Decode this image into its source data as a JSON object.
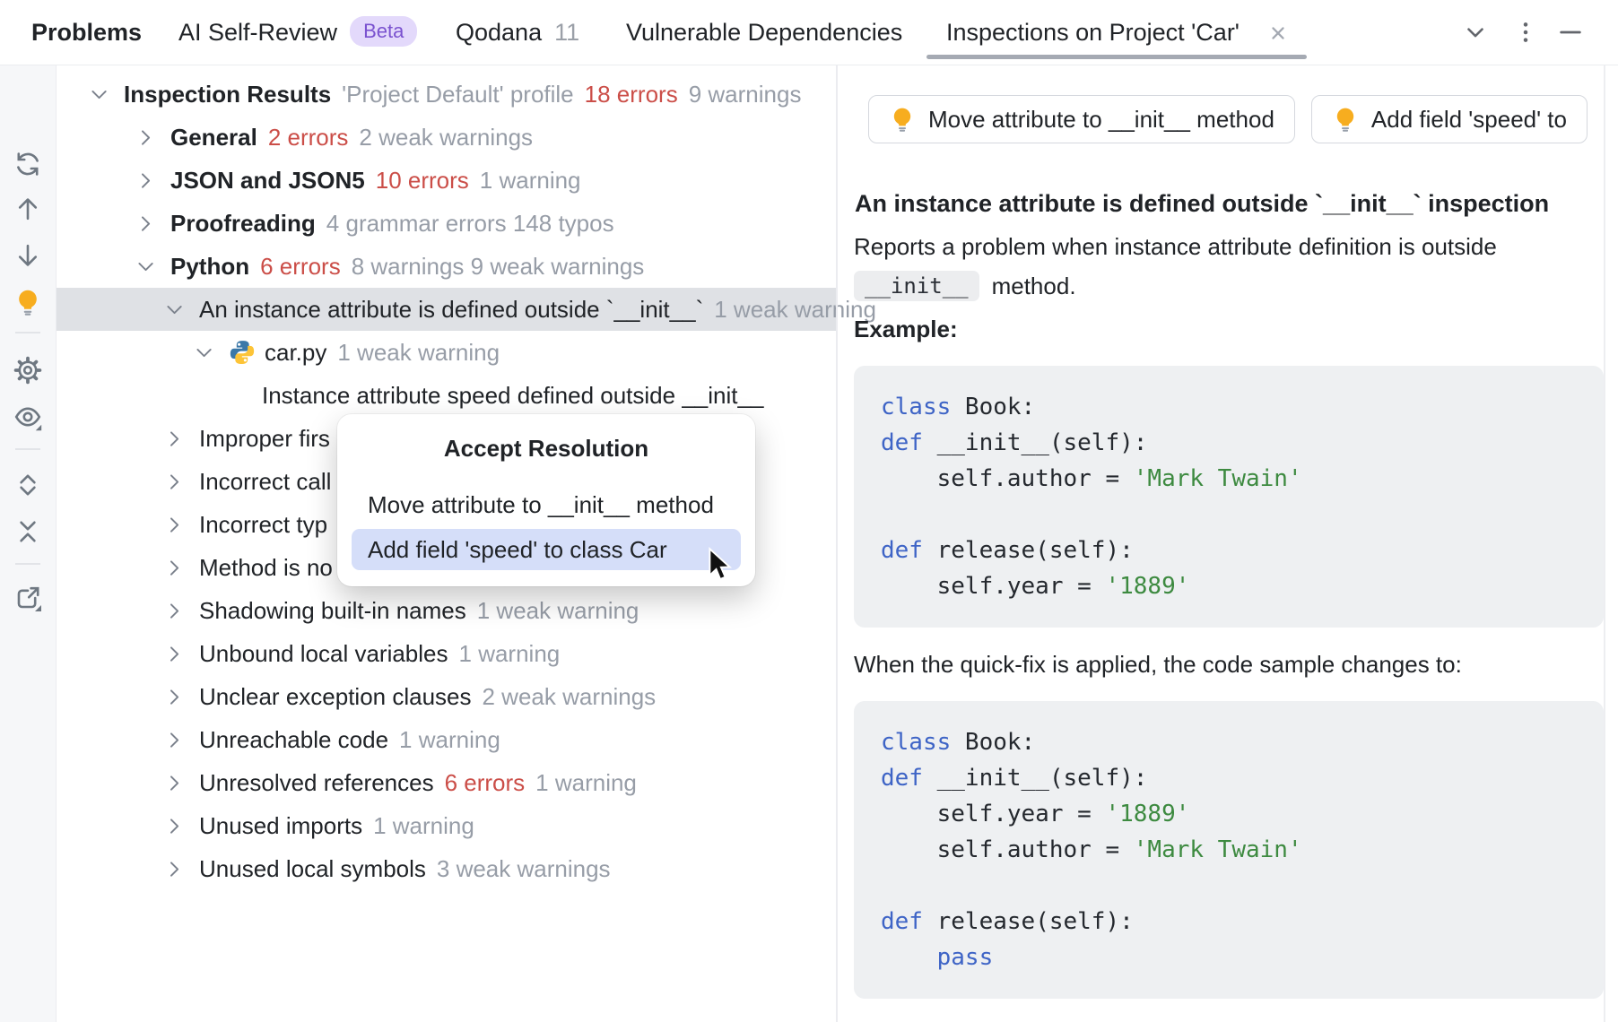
{
  "tabs": {
    "items": [
      {
        "label": "Problems"
      },
      {
        "label": "AI Self-Review",
        "badge": "Beta"
      },
      {
        "label": "Qodana",
        "count": "11"
      },
      {
        "label": "Vulnerable Dependencies"
      },
      {
        "label": "Inspections on Project 'Car'",
        "closable": true,
        "selected": true
      }
    ],
    "window_icons": [
      "chevron-down",
      "kebab-menu",
      "minimize"
    ]
  },
  "toolbar": {
    "icons": [
      "refresh",
      "arrow-up",
      "arrow-down",
      "lightbulb",
      "settings-gear",
      "preview-eye",
      "expand-all",
      "collapse-all",
      "open-in-new-window"
    ]
  },
  "tree": {
    "rows": [
      {
        "indent": 0,
        "chevron": "down",
        "segments": [
          {
            "t": "Inspection Results",
            "s": "bold"
          },
          {
            "t": "'Project Default' profile",
            "s": "gray"
          },
          {
            "t": "18 errors",
            "s": "red"
          },
          {
            "t": "9 warnings",
            "s": "gray"
          }
        ]
      },
      {
        "indent": 1,
        "chevron": "right",
        "segments": [
          {
            "t": "General",
            "s": "bold"
          },
          {
            "t": "2 errors",
            "s": "red"
          },
          {
            "t": "2 weak warnings",
            "s": "gray"
          }
        ]
      },
      {
        "indent": 1,
        "chevron": "right",
        "segments": [
          {
            "t": "JSON and JSON5",
            "s": "bold"
          },
          {
            "t": "10 errors",
            "s": "red"
          },
          {
            "t": "1 warning",
            "s": "gray"
          }
        ]
      },
      {
        "indent": 1,
        "chevron": "right",
        "segments": [
          {
            "t": "Proofreading",
            "s": "bold"
          },
          {
            "t": "4 grammar errors 148 typos",
            "s": "gray"
          }
        ]
      },
      {
        "indent": 1,
        "chevron": "down",
        "segments": [
          {
            "t": "Python",
            "s": "bold"
          },
          {
            "t": "6 errors",
            "s": "red"
          },
          {
            "t": "8 warnings 9 weak warnings",
            "s": "gray"
          }
        ]
      },
      {
        "indent": 2,
        "chevron": "down",
        "selected": true,
        "segments": [
          {
            "t": "An instance attribute is defined outside `__init__`",
            "s": "plain"
          },
          {
            "t": "1 weak warning",
            "s": "gray"
          }
        ]
      },
      {
        "indent": 3,
        "chevron": "down",
        "icon": "python",
        "segments": [
          {
            "t": "car.py",
            "s": "plain"
          },
          {
            "t": "1 weak warning",
            "s": "gray"
          }
        ]
      },
      {
        "indent": 4,
        "chevron": null,
        "segments": [
          {
            "t": "Instance attribute speed defined outside __init__",
            "s": "plain"
          }
        ]
      },
      {
        "indent": 2,
        "chevron": "right",
        "segments": [
          {
            "t": "Improper firs",
            "s": "plain"
          }
        ]
      },
      {
        "indent": 2,
        "chevron": "right",
        "segments": [
          {
            "t": "Incorrect call",
            "s": "plain"
          }
        ]
      },
      {
        "indent": 2,
        "chevron": "right",
        "segments": [
          {
            "t": "Incorrect typ",
            "s": "plain"
          }
        ]
      },
      {
        "indent": 2,
        "chevron": "right",
        "segments": [
          {
            "t": "Method is no",
            "s": "plain"
          }
        ]
      },
      {
        "indent": 2,
        "chevron": "right",
        "segments": [
          {
            "t": "Shadowing built-in names",
            "s": "plain"
          },
          {
            "t": "1 weak warning",
            "s": "gray"
          }
        ]
      },
      {
        "indent": 2,
        "chevron": "right",
        "segments": [
          {
            "t": "Unbound local variables",
            "s": "plain"
          },
          {
            "t": "1 warning",
            "s": "gray"
          }
        ]
      },
      {
        "indent": 2,
        "chevron": "right",
        "segments": [
          {
            "t": "Unclear exception clauses",
            "s": "plain"
          },
          {
            "t": "2 weak warnings",
            "s": "gray"
          }
        ]
      },
      {
        "indent": 2,
        "chevron": "right",
        "segments": [
          {
            "t": "Unreachable code",
            "s": "plain"
          },
          {
            "t": "1 warning",
            "s": "gray"
          }
        ]
      },
      {
        "indent": 2,
        "chevron": "right",
        "segments": [
          {
            "t": "Unresolved references",
            "s": "plain"
          },
          {
            "t": "6 errors",
            "s": "red"
          },
          {
            "t": "1 warning",
            "s": "gray"
          }
        ]
      },
      {
        "indent": 2,
        "chevron": "right",
        "segments": [
          {
            "t": "Unused imports",
            "s": "plain"
          },
          {
            "t": "1 warning",
            "s": "gray"
          }
        ]
      },
      {
        "indent": 2,
        "chevron": "right",
        "segments": [
          {
            "t": "Unused local symbols",
            "s": "plain"
          },
          {
            "t": "3 weak warnings",
            "s": "gray"
          }
        ]
      }
    ]
  },
  "popup": {
    "title": "Accept Resolution",
    "items": [
      {
        "label": "Move attribute to __init__ method",
        "selected": false
      },
      {
        "label": "Add field 'speed' to class Car",
        "selected": true
      }
    ]
  },
  "details": {
    "quick_fixes": [
      {
        "label": "Move attribute to __init__ method"
      },
      {
        "label": "Add field 'speed' to"
      }
    ],
    "heading": "An instance attribute is defined outside `__init__` inspection",
    "description_line1": "Reports a problem when instance attribute definition is outside",
    "description_code": "__init__",
    "description_line2_rest": "method.",
    "example_label": "Example:",
    "quickfix_note": "When the quick-fix is applied, the code sample changes to:",
    "code_before": [
      [
        {
          "t": "class",
          "c": "kw"
        },
        {
          "t": " Book:",
          "c": "p"
        }
      ],
      [
        {
          "t": "def",
          "c": "kw"
        },
        {
          "t": " __init__(self):",
          "c": "p"
        }
      ],
      [
        {
          "t": "    self.author = ",
          "c": "p"
        },
        {
          "t": "'Mark Twain'",
          "c": "str"
        }
      ],
      [],
      [
        {
          "t": "def",
          "c": "kw"
        },
        {
          "t": " release(self):",
          "c": "p"
        }
      ],
      [
        {
          "t": "    self.year = ",
          "c": "p"
        },
        {
          "t": "'1889'",
          "c": "str"
        }
      ]
    ],
    "code_after": [
      [
        {
          "t": "class",
          "c": "kw"
        },
        {
          "t": " Book:",
          "c": "p"
        }
      ],
      [
        {
          "t": "def",
          "c": "kw"
        },
        {
          "t": " __init__(self):",
          "c": "p"
        }
      ],
      [
        {
          "t": "    self.year = ",
          "c": "p"
        },
        {
          "t": "'1889'",
          "c": "str"
        }
      ],
      [
        {
          "t": "    self.author = ",
          "c": "p"
        },
        {
          "t": "'Mark Twain'",
          "c": "str"
        }
      ],
      [],
      [
        {
          "t": "def",
          "c": "kw"
        },
        {
          "t": " release(self):",
          "c": "p"
        }
      ],
      [
        {
          "t": "    ",
          "c": "p"
        },
        {
          "t": "pass",
          "c": "kw"
        }
      ]
    ]
  },
  "colors": {
    "error_red": "#cb4e48",
    "muted_gray": "#979da7",
    "selection_gray": "#dfe1e5",
    "popup_highlight": "#d5def9",
    "keyword_blue": "#3e64c6",
    "string_green": "#3d8a40",
    "lightbulb_yellow": "#f7ad1f",
    "beta_badge_bg": "#e3d9fb",
    "beta_badge_text": "#7a52cf"
  }
}
